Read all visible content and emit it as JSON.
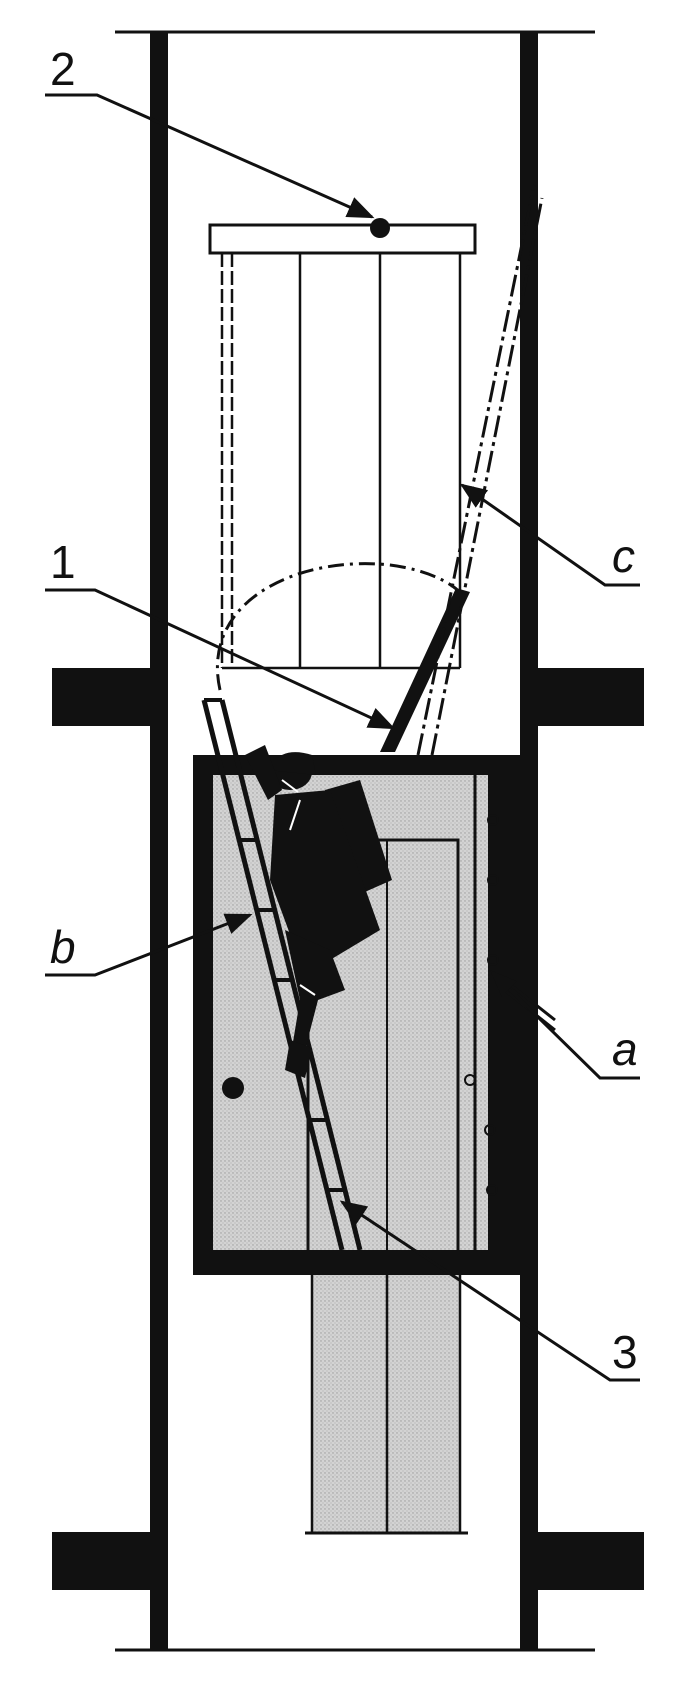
{
  "colors": {
    "ink": "#111111",
    "shade": "#d0d0d0",
    "shade_dark": "#bdbdbd",
    "paper": "#ffffff"
  },
  "callouts": {
    "top_hatch": "2",
    "roof_hatch": "1",
    "ladder": "3",
    "a": "a",
    "b": "b",
    "c": "c"
  }
}
